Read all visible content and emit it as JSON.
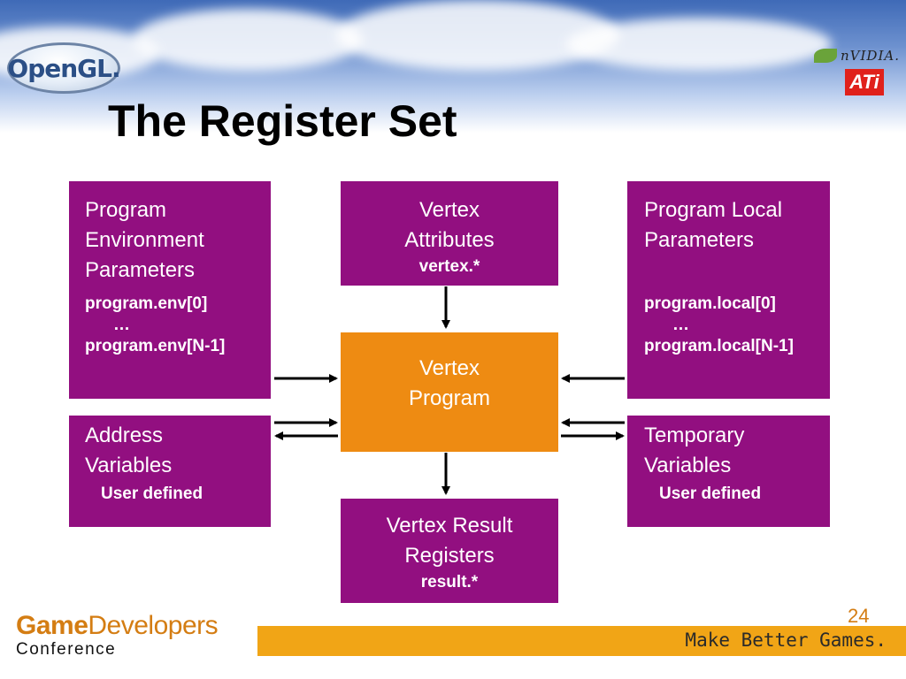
{
  "header": {
    "logo_left": "OpenGL.",
    "logo_nvidia": "nVIDIA.",
    "logo_ati": "ATi",
    "title": "The Register Set"
  },
  "diagram": {
    "env_params": {
      "label_lines": [
        "Program",
        "Environment",
        "Parameters"
      ],
      "code_lines": [
        "program.env[0]",
        "…",
        "program.env[N-1]"
      ]
    },
    "vertex_attributes": {
      "label_lines": [
        "Vertex",
        "Attributes"
      ],
      "code": "vertex.*"
    },
    "local_params": {
      "label_lines": [
        "Program Local",
        "Parameters"
      ],
      "code_lines": [
        "program.local[0]",
        "…",
        "program.local[N-1]"
      ]
    },
    "vertex_program": {
      "label_lines": [
        "Vertex",
        "Program"
      ]
    },
    "address_vars": {
      "label_lines": [
        "Address",
        "Variables"
      ],
      "code": "User defined"
    },
    "temp_vars": {
      "label_lines": [
        "Temporary",
        "Variables"
      ],
      "code": "User defined"
    },
    "result_regs": {
      "label_lines": [
        "Vertex Result",
        "Registers"
      ],
      "code": "result.*"
    },
    "colors": {
      "box_fill": "#920f80",
      "program_fill": "#ee8b12",
      "arrow": "#000000"
    }
  },
  "footer": {
    "brand_game": "Game",
    "brand_developers": "Developers",
    "brand_conference": "Conference",
    "slogan": "Make Better Games.",
    "page_number": "24"
  }
}
